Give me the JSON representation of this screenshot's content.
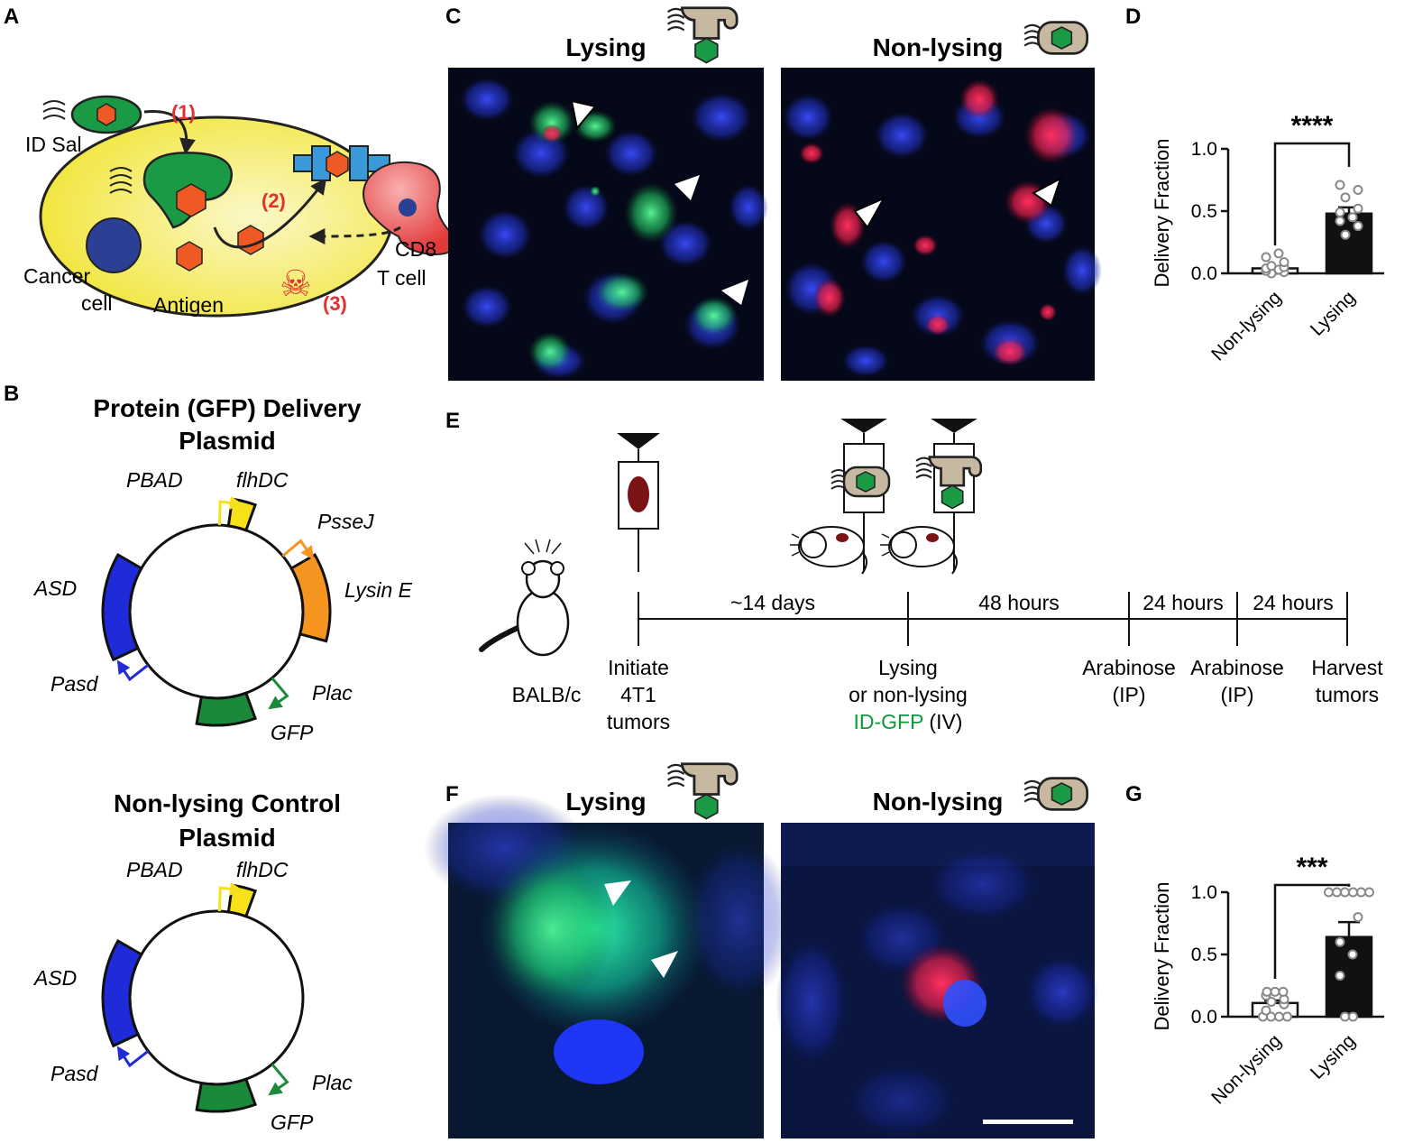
{
  "panel_labels": {
    "a": "A",
    "b": "B",
    "c": "C",
    "d": "D",
    "e": "E",
    "f": "F",
    "g": "G"
  },
  "colors": {
    "cell_yellow": "#f7ef6c",
    "bacteria_green": "#1a9a45",
    "antigen_orange": "#ef5a24",
    "tcell_red": "#e84545",
    "receptor_blue": "#3a9ad9",
    "nucleus_blue": "#2b3f95",
    "asd_blue": "#1f2bd8",
    "flhdc_yellow": "#f7e21a",
    "lysin_orange": "#f59520",
    "gfp_green": "#1a8a3a",
    "id_gfp_green": "#0f9a3a"
  },
  "panel_a": {
    "id_sal": "ID Sal",
    "step1": "(1)",
    "step2": "(2)",
    "step3": "(3)",
    "cancer_cell": "Cancer",
    "cancer_cell2": "cell",
    "antigen": "Antigen",
    "cd8": "CD8",
    "tcell": "T cell"
  },
  "panel_b": {
    "title1": "Protein (GFP) Delivery",
    "title1b": "Plasmid",
    "title2": "Non-lysing Control",
    "title2b": "Plasmid",
    "pbad": "PBAD",
    "flhdc": "flhDC",
    "pssej": "PsseJ",
    "lysin": "Lysin E",
    "asd": "ASD",
    "pasd": "Pasd",
    "plac": "Plac",
    "gfp": "GFP"
  },
  "panel_c": {
    "lysing": "Lysing",
    "nonlysing": "Non-lysing"
  },
  "panel_e": {
    "d14": "~14 days",
    "h48": "48 hours",
    "h24a": "24 hours",
    "h24b": "24 hours",
    "mouse": "BALB/c",
    "ev1a": "Initiate",
    "ev1b": "4T1",
    "ev1c": "tumors",
    "ev2a": "Lysing",
    "ev2b": "or non-lysing",
    "ev2c": "ID-GFP",
    "ev2d": "(IV)",
    "ev3a": "Arabinose",
    "ev3b": "(IP)",
    "ev4a": "Arabinose",
    "ev4b": "(IP)",
    "ev5a": "Harvest",
    "ev5b": "tumors"
  },
  "panel_f": {
    "lysing": "Lysing",
    "nonlysing": "Non-lysing"
  },
  "chart_data": [
    {
      "type": "bar",
      "panel": "D",
      "categories": [
        "Non-lysing",
        "Lysing"
      ],
      "values": [
        0.04,
        0.48
      ],
      "errors": [
        0.01,
        0.05
      ],
      "points": [
        [
          0.0,
          0.01,
          0.02,
          0.03,
          0.04,
          0.05,
          0.06,
          0.09,
          0.13,
          0.16
        ],
        [
          0.31,
          0.38,
          0.42,
          0.45,
          0.49,
          0.52,
          0.61,
          0.67,
          0.71
        ]
      ],
      "ylabel": "Delivery Fraction",
      "yticks": [
        "0.0",
        "0.5",
        "1.0"
      ],
      "ylim": [
        0,
        1.0
      ],
      "significance": "****"
    },
    {
      "type": "bar",
      "panel": "G",
      "categories": [
        "Non-lysing",
        "Lysing"
      ],
      "values": [
        0.11,
        0.64
      ],
      "errors": [
        0.02,
        0.12
      ],
      "points": [
        [
          0.0,
          0.0,
          0.0,
          0.0,
          0.05,
          0.1,
          0.12,
          0.14,
          0.17,
          0.2,
          0.2,
          0.2
        ],
        [
          0.0,
          0.0,
          0.33,
          0.5,
          0.6,
          0.8,
          1.0,
          1.0,
          1.0,
          1.0,
          1.0,
          1.0
        ]
      ],
      "ylabel": "Delivery Fraction",
      "yticks": [
        "0.0",
        "0.5",
        "1.0"
      ],
      "ylim": [
        0,
        1.0
      ],
      "significance": "***"
    }
  ]
}
